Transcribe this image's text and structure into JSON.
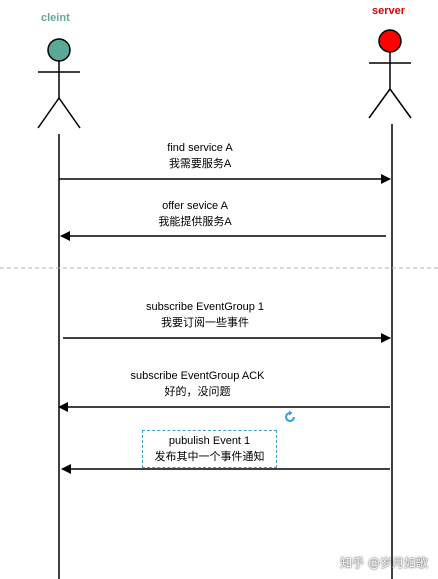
{
  "actors": {
    "client": {
      "label": "cleint",
      "head_color": "#5aa89a",
      "label_color": "#6aa79a"
    },
    "server": {
      "label": "server",
      "head_color": "#ff0000",
      "label_color": "#e00000"
    }
  },
  "messages": [
    {
      "line1": "find service A",
      "line2": "我需要服务A",
      "direction": "client-to-server"
    },
    {
      "line1": "offer sevice A",
      "line2": "我能提供服务A",
      "direction": "server-to-client"
    },
    {
      "line1": "subscribe EventGroup 1",
      "line2": "我要订阅一些事件",
      "direction": "client-to-server"
    },
    {
      "line1": "subscribe EventGroup ACK",
      "line2": "好的，没问题",
      "direction": "server-to-client"
    },
    {
      "line1": "pubulish Event 1",
      "line2": "发布其中一个事件通知",
      "direction": "server-to-client"
    }
  ],
  "icons": {
    "refresh": "refresh-icon"
  },
  "watermark": "知乎 @岁月如歌"
}
